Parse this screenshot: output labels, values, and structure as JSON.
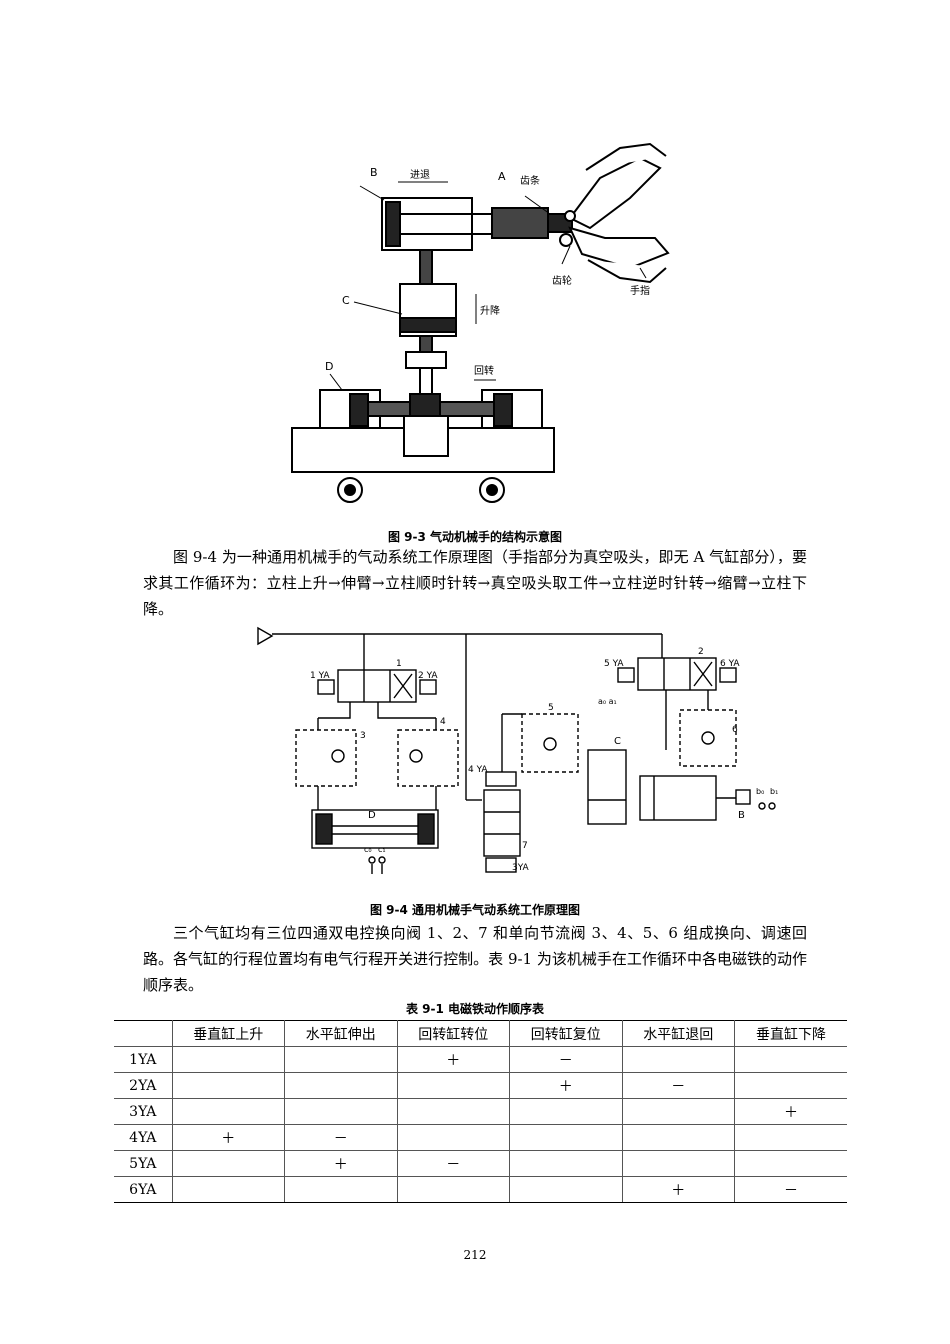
{
  "figure1": {
    "caption": "图 9-3  气动机械手的结构示意图",
    "labels": {
      "b": "B",
      "a": "A",
      "c": "C",
      "d": "D",
      "jintui": "进退",
      "chitiao": "齿条",
      "shengjiang": "升降",
      "huizhuan": "回转",
      "chilun": "齿轮",
      "shouzhi": "手指"
    }
  },
  "paragraph1": "图 9-4 为一种通用机械手的气动系统工作原理图（手指部分为真空吸头，即无 A 气缸部分），要求其工作循环为：立柱上升→伸臂→立柱顺时针转→真空吸头取工件→立柱逆时针转→缩臂→立柱下降。",
  "figure2": {
    "caption": "图 9-4  通用机械手气动系统工作原理图",
    "labels": {
      "ya1": "1 YA",
      "ya2": "2 YA",
      "n1": "1",
      "n2": "2",
      "ya5": "5 YA",
      "ya6": "6 YA",
      "n3": "3",
      "n4": "4",
      "n5": "5",
      "n6": "6",
      "n7": "7",
      "c": "C",
      "d": "D",
      "b": "B",
      "ya4": "4 YA",
      "ya3": "3YA",
      "c0": "c₀",
      "c1": "c₁",
      "b0": "b₀",
      "b1": "b₁",
      "a0a1": "a₀ a₁"
    }
  },
  "paragraph2": "三个气缸均有三位四通双电控换向阀 1、2、7 和单向节流阀 3、4、5、6 组成换向、调速回路。各气缸的行程位置均有电气行程开关进行控制。表 9-1 为该机械手在工作循环中各电磁铁的动作顺序表。",
  "table": {
    "title": "表 9-1  电磁铁动作顺序表",
    "columns": [
      "",
      "垂直缸上升",
      "水平缸伸出",
      "回转缸转位",
      "回转缸复位",
      "水平缸退回",
      "垂直缸下降"
    ],
    "rows": [
      {
        "name": "1YA",
        "cells": [
          "",
          "",
          "＋",
          "－",
          "",
          ""
        ]
      },
      {
        "name": "2YA",
        "cells": [
          "",
          "",
          "",
          "＋",
          "－",
          ""
        ]
      },
      {
        "name": "3YA",
        "cells": [
          "",
          "",
          "",
          "",
          "",
          "＋"
        ]
      },
      {
        "name": "4YA",
        "cells": [
          "＋",
          "－",
          "",
          "",
          "",
          ""
        ]
      },
      {
        "name": "5YA",
        "cells": [
          "",
          "＋",
          "－",
          "",
          "",
          ""
        ]
      },
      {
        "name": "6YA",
        "cells": [
          "",
          "",
          "",
          "",
          "＋",
          "－"
        ]
      }
    ]
  },
  "page_number": "212"
}
